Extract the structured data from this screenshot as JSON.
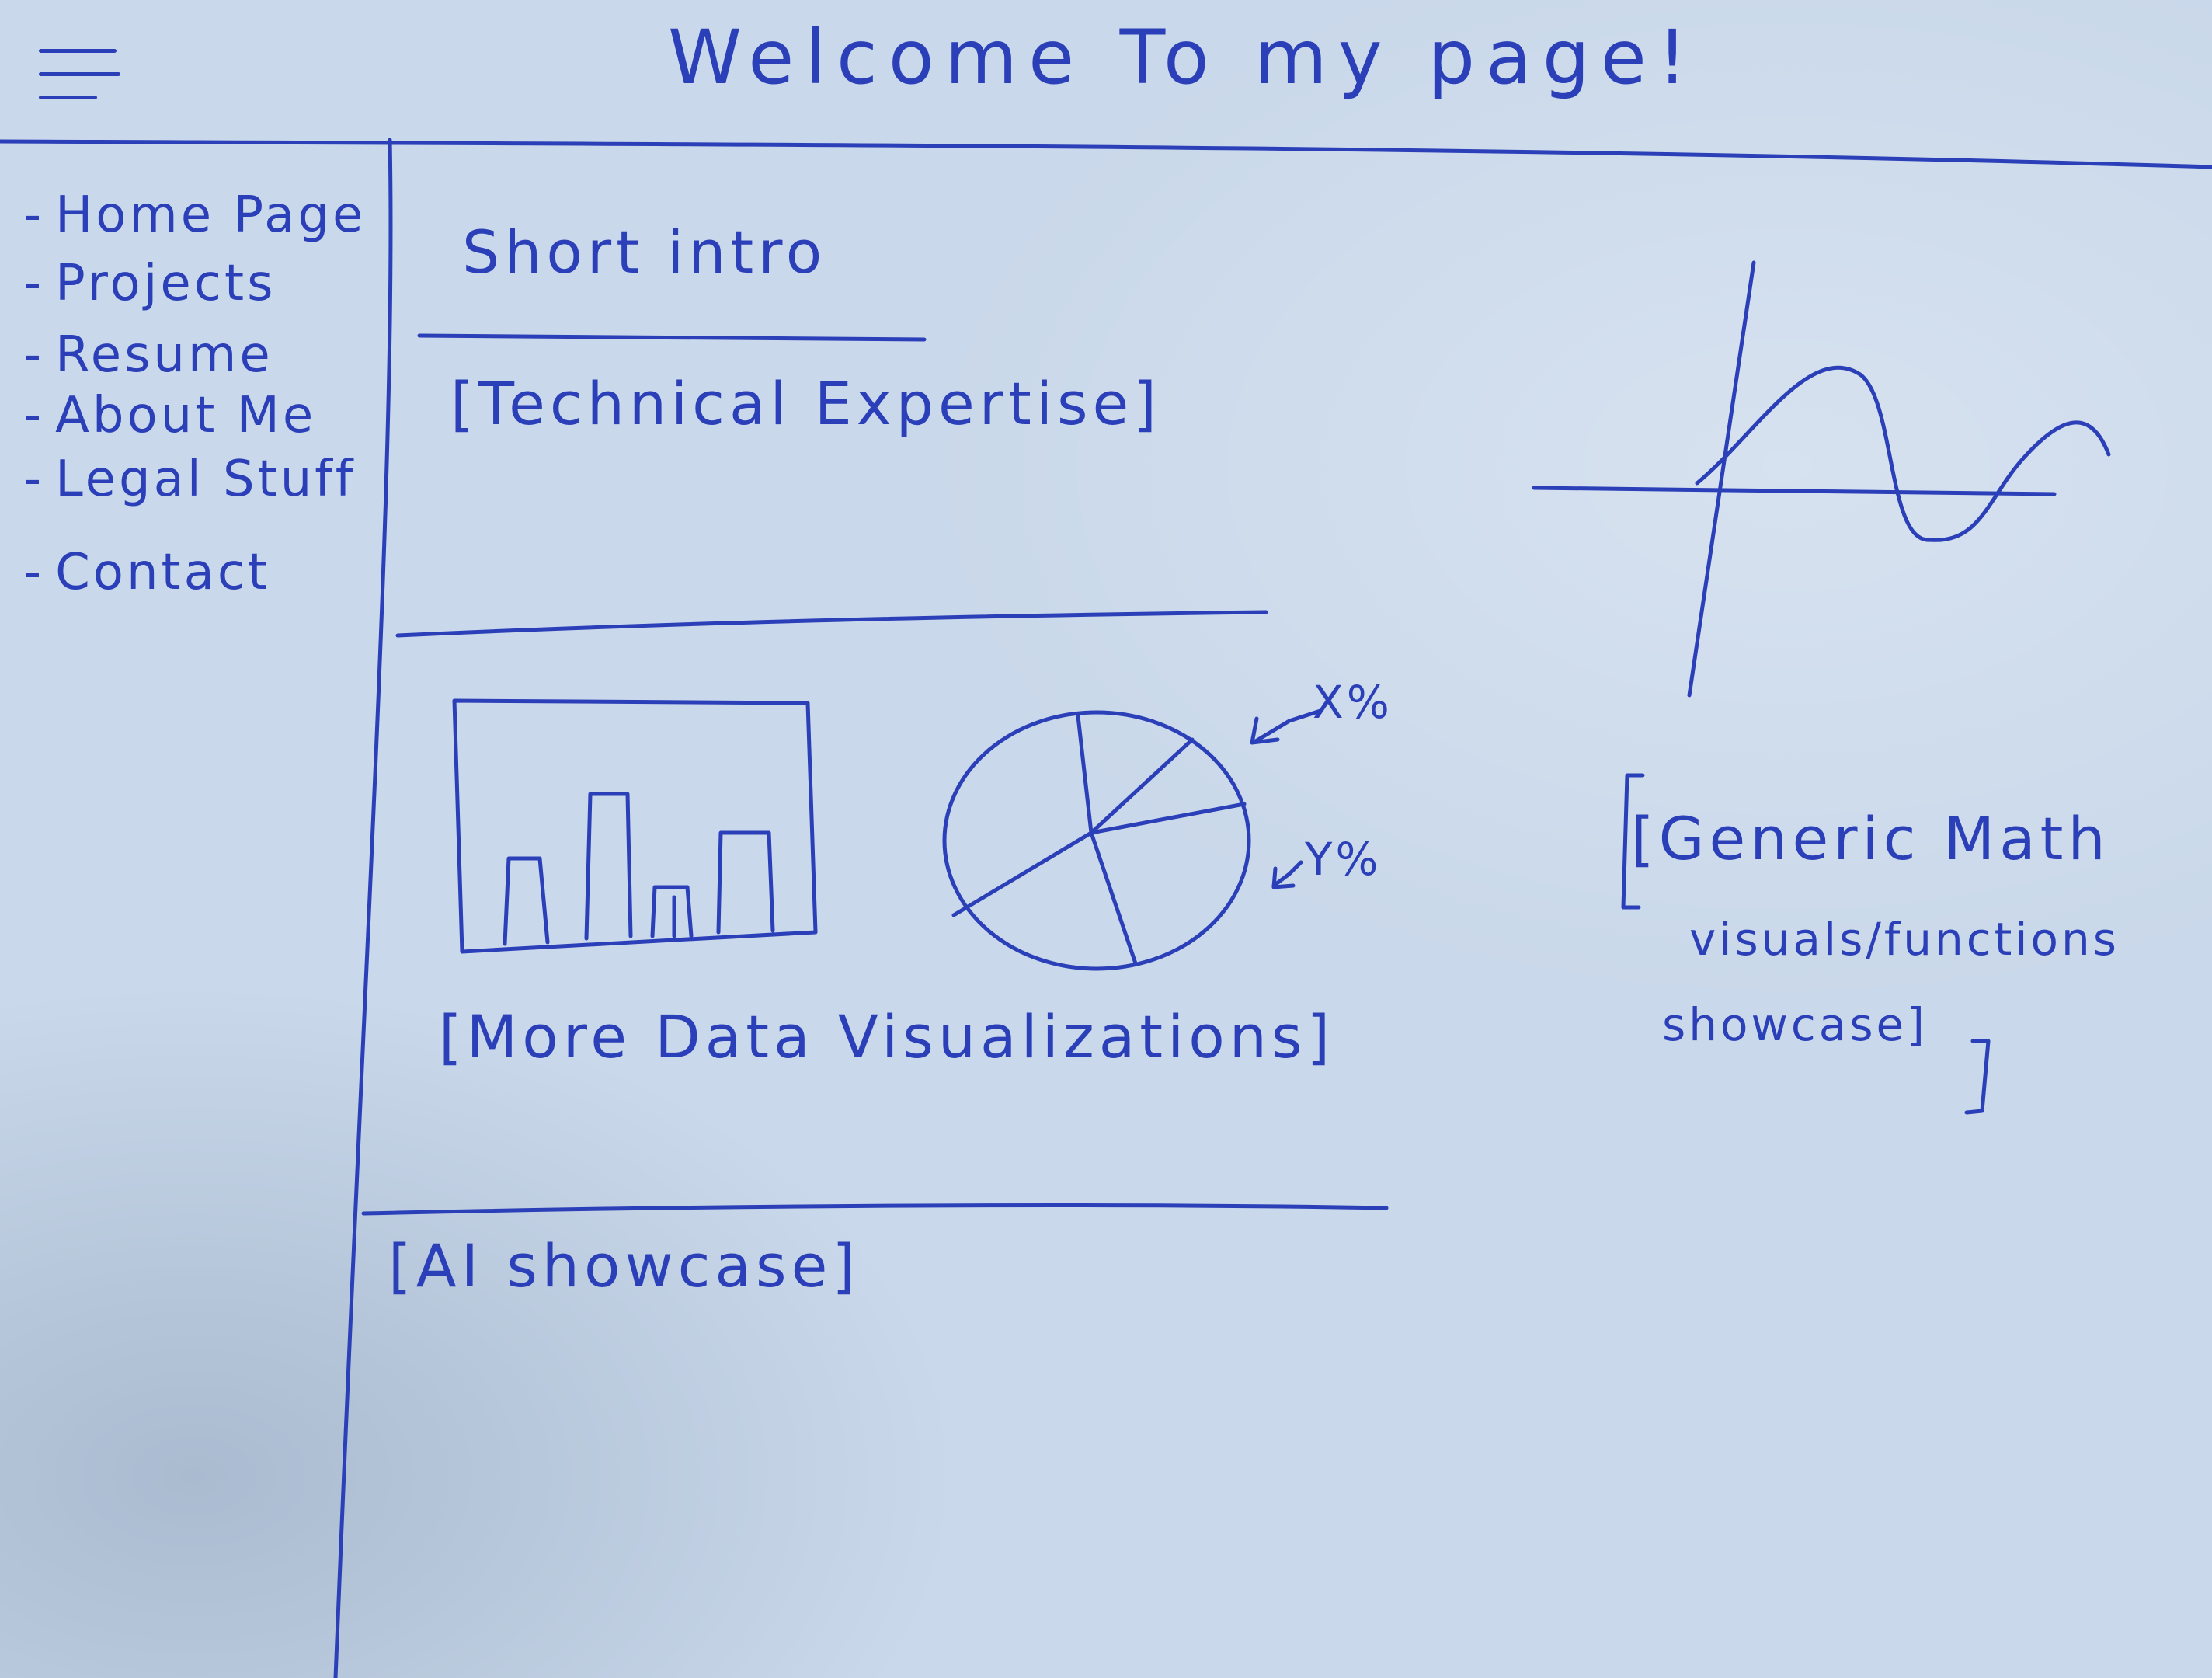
{
  "header": {
    "title": "Welcome To my page!",
    "menu_icon": "hamburger-menu-icon"
  },
  "sidebar": {
    "items": [
      {
        "label": "Home Page"
      },
      {
        "label": "Projects"
      },
      {
        "label": "Resume"
      },
      {
        "label": "About Me"
      },
      {
        "label": "Legal Stuff"
      },
      {
        "label": "Contact"
      }
    ],
    "bullet": "-"
  },
  "main": {
    "intro": "Short intro",
    "technical": "[Technical Expertise]",
    "data_viz": {
      "caption": "[More Data Visualizations]",
      "pie_labels": [
        "X%",
        "Y%"
      ]
    },
    "math": {
      "caption_line1": "[Generic Math",
      "caption_line2": "visuals/functions",
      "caption_line3": "showcase]"
    },
    "ai": "[AI showcase]"
  },
  "colors": {
    "ink": "#2a3fb8",
    "paper": "#c9d8ea"
  }
}
